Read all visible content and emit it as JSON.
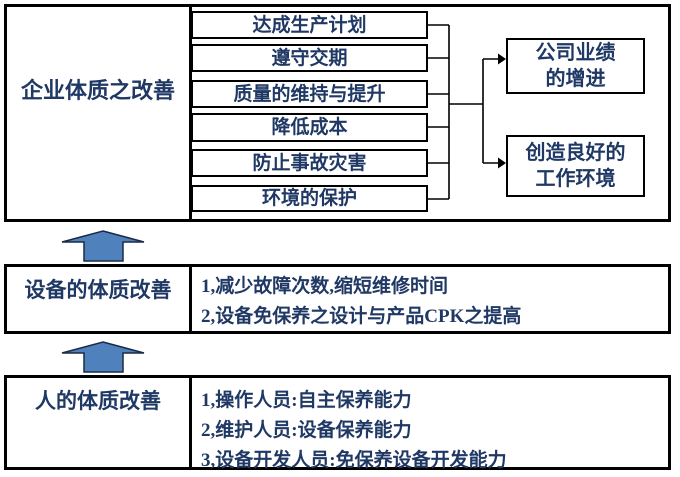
{
  "colors": {
    "text": "#1F3864",
    "arrow_fill": "#4F81BD",
    "box_border": "#000000",
    "background": "#FFFFFF"
  },
  "top_section": {
    "label": "企业体质之改善",
    "items": [
      "达成生产计划",
      "遵守交期",
      "质量的维持与提升",
      "降低成本",
      "防止事故灾害",
      "环境的保护"
    ],
    "outcomes": [
      {
        "line1": "公司业绩",
        "line2": "的增进"
      },
      {
        "line1": "创造良好的",
        "line2": "工作环境"
      }
    ]
  },
  "middle_section": {
    "label": "设备的体质改善",
    "lines": [
      "1,减少故障次数,缩短维修时间",
      "2,设备免保养之设计与产品CPK之提高"
    ]
  },
  "bottom_section": {
    "label": "人的体质改善",
    "lines": [
      "1,操作人员:自主保养能力",
      "2,维护人员:设备保养能力",
      "3,设备开发人员:免保养设备开发能力"
    ]
  }
}
